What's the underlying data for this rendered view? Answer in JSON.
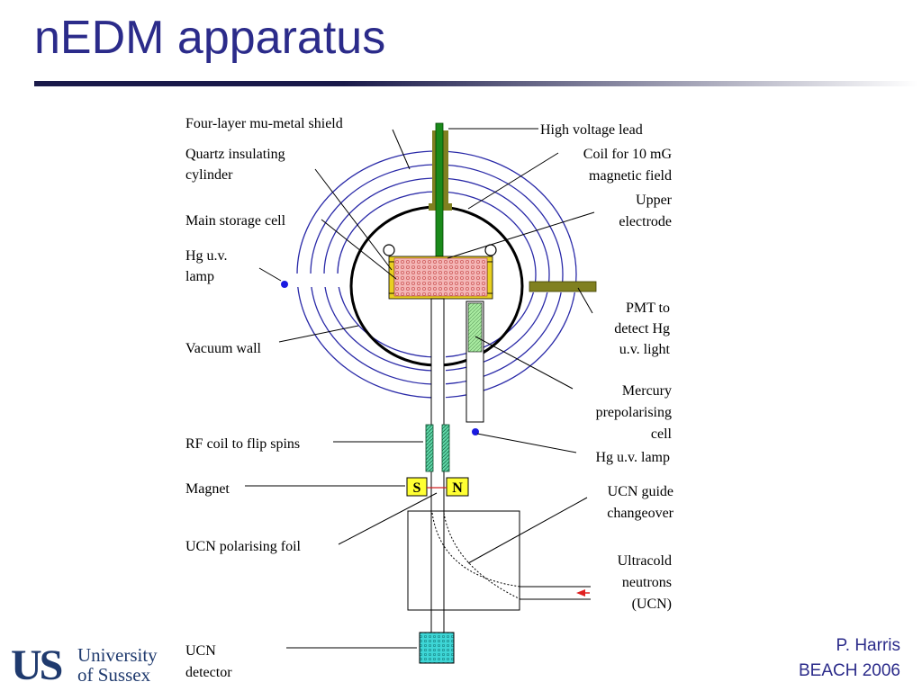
{
  "slide": {
    "title": "nEDM apparatus",
    "author": "P. Harris",
    "event": "BEACH 2006"
  },
  "logo": {
    "mark": "US",
    "line1": "University",
    "line2": "of Sussex"
  },
  "diagram": {
    "labels": {
      "shield": "Four-layer mu-metal shield",
      "quartz1": "Quartz insulating",
      "quartz2": "cylinder",
      "storage": "Main storage cell",
      "hglamp1": "Hg u.v.",
      "hglamp2": "lamp",
      "vacuum": "Vacuum wall",
      "rfcoil": "RF coil to flip spins",
      "magnet": "Magnet",
      "foil": "UCN polarising foil",
      "detector1": "UCN",
      "detector2": "detector",
      "hv": "High voltage lead",
      "coil1": "Coil for 10 mG",
      "coil2": "magnetic field",
      "electrode1": "Upper",
      "electrode2": "electrode",
      "pmt1": "PMT to",
      "pmt2": "detect Hg",
      "pmt3": "u.v. light",
      "mercury1": "Mercury",
      "mercury2": "prepolarising",
      "mercury3": "cell",
      "hglamp_r": "Hg u.v. lamp",
      "changeover1": "UCN guide",
      "changeover2": "changeover",
      "ucn1": "Ultracold",
      "ucn2": "neutrons",
      "ucn3": "(UCN)",
      "pole_s": "S",
      "pole_n": "N"
    }
  }
}
